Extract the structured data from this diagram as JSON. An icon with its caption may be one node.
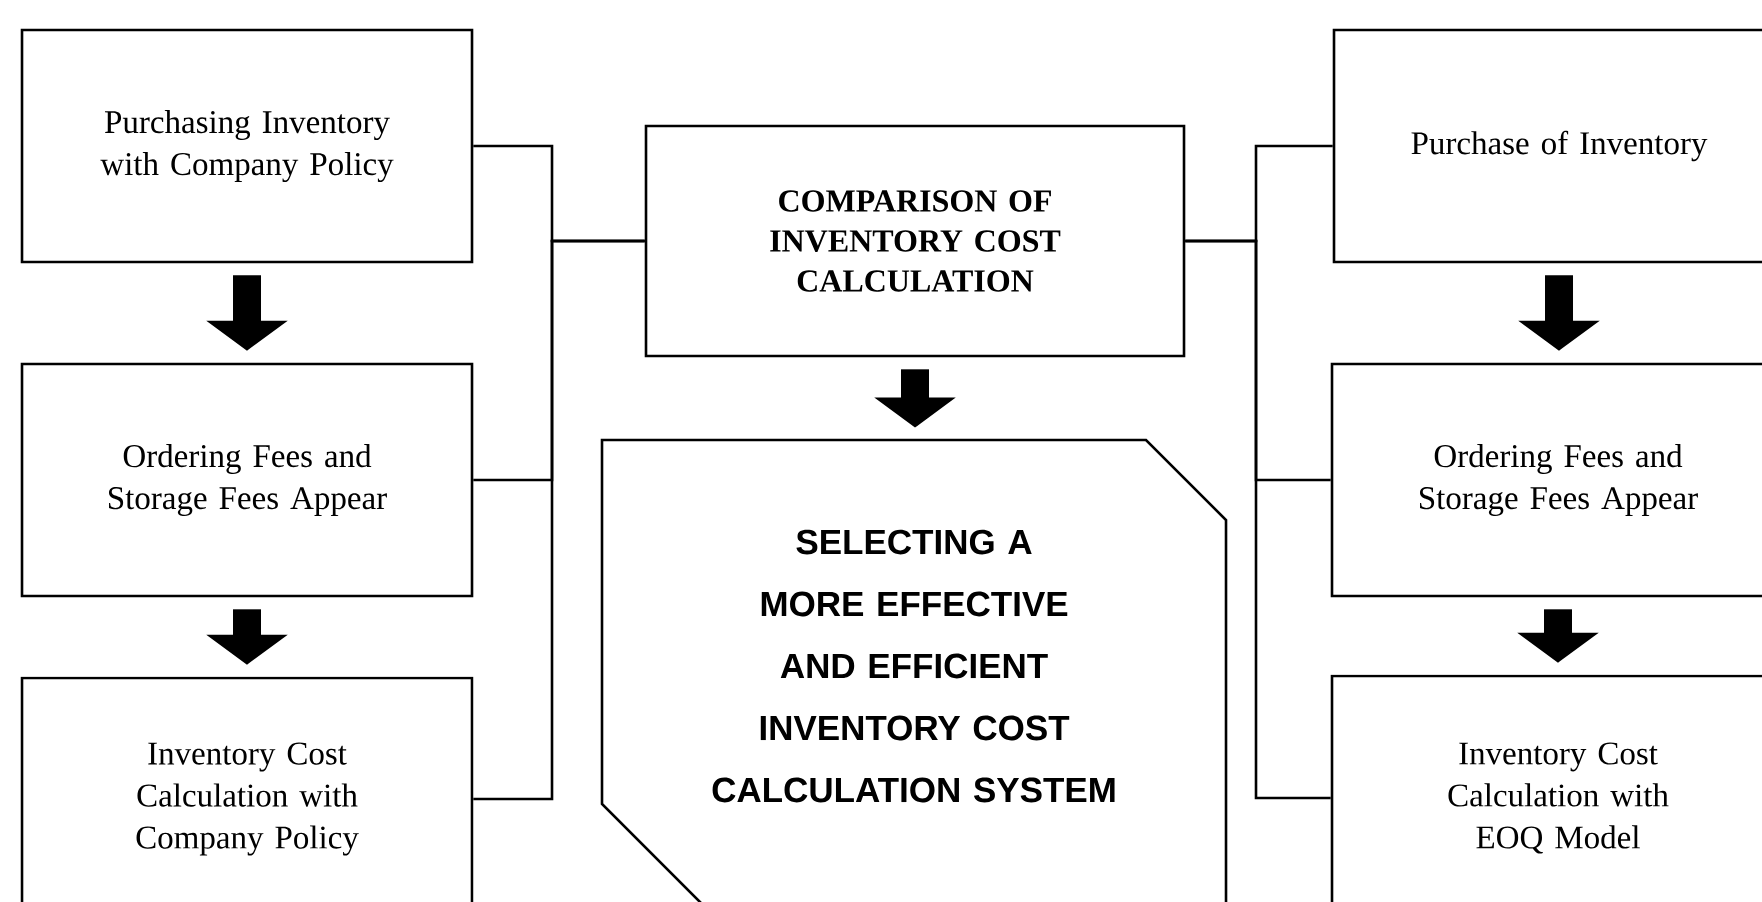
{
  "diagram": {
    "nodes": [
      {
        "text": [
          "Purchasing Inventory with Company Policy"
        ]
      },
      {
        "text": [
          "Ordering Fees and Storage Fees Appear"
        ]
      },
      {
        "text": [
          "Inventory Cost Calculation with Company Policy"
        ]
      },
      {
        "text": [
          "COMPARISON OF INVENTORY COST CALCULATION"
        ]
      },
      {
        "text": [
          "Purchase of Inventory"
        ]
      },
      {
        "text": [
          "Ordering Fees and Storage Fees Appear"
        ]
      },
      {
        "text": [
          "Inventory Cost Calculation with EOQ Model"
        ]
      },
      {
        "text": [
          "SELECTING A MORE EFFECTIVE AND EFFICIENT INVENTORY COST CALCULATION SYSTEM"
        ]
      }
    ],
    "edges": [
      {
        "from": 0,
        "to": 1,
        "arrow": "to",
        "style": "thick"
      },
      {
        "from": 1,
        "to": 2,
        "arrow": "to",
        "style": "thick"
      },
      {
        "from": 4,
        "to": 5,
        "arrow": "to",
        "style": "thick"
      },
      {
        "from": 5,
        "to": 6,
        "arrow": "to",
        "style": "thick"
      },
      {
        "from": 3,
        "to": 7,
        "arrow": "to",
        "style": "thick"
      },
      {
        "from": 0,
        "to": 3,
        "arrow": "none"
      },
      {
        "from": 1,
        "to": 3,
        "arrow": "none"
      },
      {
        "from": 2,
        "to": 3,
        "arrow": "none"
      },
      {
        "from": 3,
        "to": 4,
        "arrow": "none"
      },
      {
        "from": 3,
        "to": 5,
        "arrow": "none"
      },
      {
        "from": 3,
        "to": 6,
        "arrow": "none"
      }
    ]
  }
}
